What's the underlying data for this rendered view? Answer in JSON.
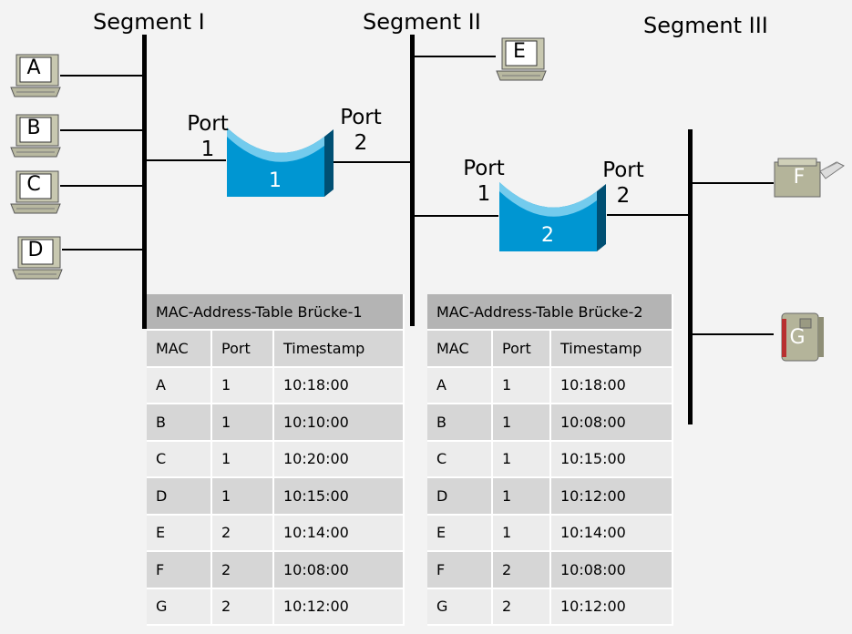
{
  "segments": {
    "s1": "Segment I",
    "s2": "Segment II",
    "s3": "Segment III"
  },
  "hosts": {
    "a": "A",
    "b": "B",
    "c": "C",
    "d": "D",
    "e": "E",
    "f": "F",
    "g": "G"
  },
  "bridges": {
    "b1": {
      "number": "1",
      "port1_word": "Port",
      "port1_num": "1",
      "port2_word": "Port",
      "port2_num": "2"
    },
    "b2": {
      "number": "2",
      "port1_word": "Port",
      "port1_num": "1",
      "port2_word": "Port",
      "port2_num": "2"
    }
  },
  "tables": {
    "t1": {
      "caption": "MAC-Address-Table Brücke-1",
      "columns": [
        "MAC",
        "Port",
        "Timestamp"
      ],
      "rows": [
        [
          "A",
          "1",
          "10:18:00"
        ],
        [
          "B",
          "1",
          "10:10:00"
        ],
        [
          "C",
          "1",
          "10:20:00"
        ],
        [
          "D",
          "1",
          "10:15:00"
        ],
        [
          "E",
          "2",
          "10:14:00"
        ],
        [
          "F",
          "2",
          "10:08:00"
        ],
        [
          "G",
          "2",
          "10:12:00"
        ]
      ]
    },
    "t2": {
      "caption": "MAC-Address-Table Brücke-2",
      "columns": [
        "MAC",
        "Port",
        "Timestamp"
      ],
      "rows": [
        [
          "A",
          "1",
          "10:18:00"
        ],
        [
          "B",
          "1",
          "10:08:00"
        ],
        [
          "C",
          "1",
          "10:15:00"
        ],
        [
          "D",
          "1",
          "10:12:00"
        ],
        [
          "E",
          "1",
          "10:14:00"
        ],
        [
          "F",
          "2",
          "10:08:00"
        ],
        [
          "G",
          "2",
          "10:12:00"
        ]
      ]
    }
  },
  "colors": {
    "bridge_body": "#0096d2",
    "bridge_top": "#7fd0f0",
    "bridge_side": "#004f73",
    "bus": "#000000",
    "table_caption": "#b4b4b4",
    "table_dark": "#d6d6d6",
    "table_light": "#ececec"
  },
  "icons": {
    "host": "desktop-computer-icon",
    "printer": "printer-icon",
    "server": "server-icon",
    "bridge": "bridge-icon"
  }
}
